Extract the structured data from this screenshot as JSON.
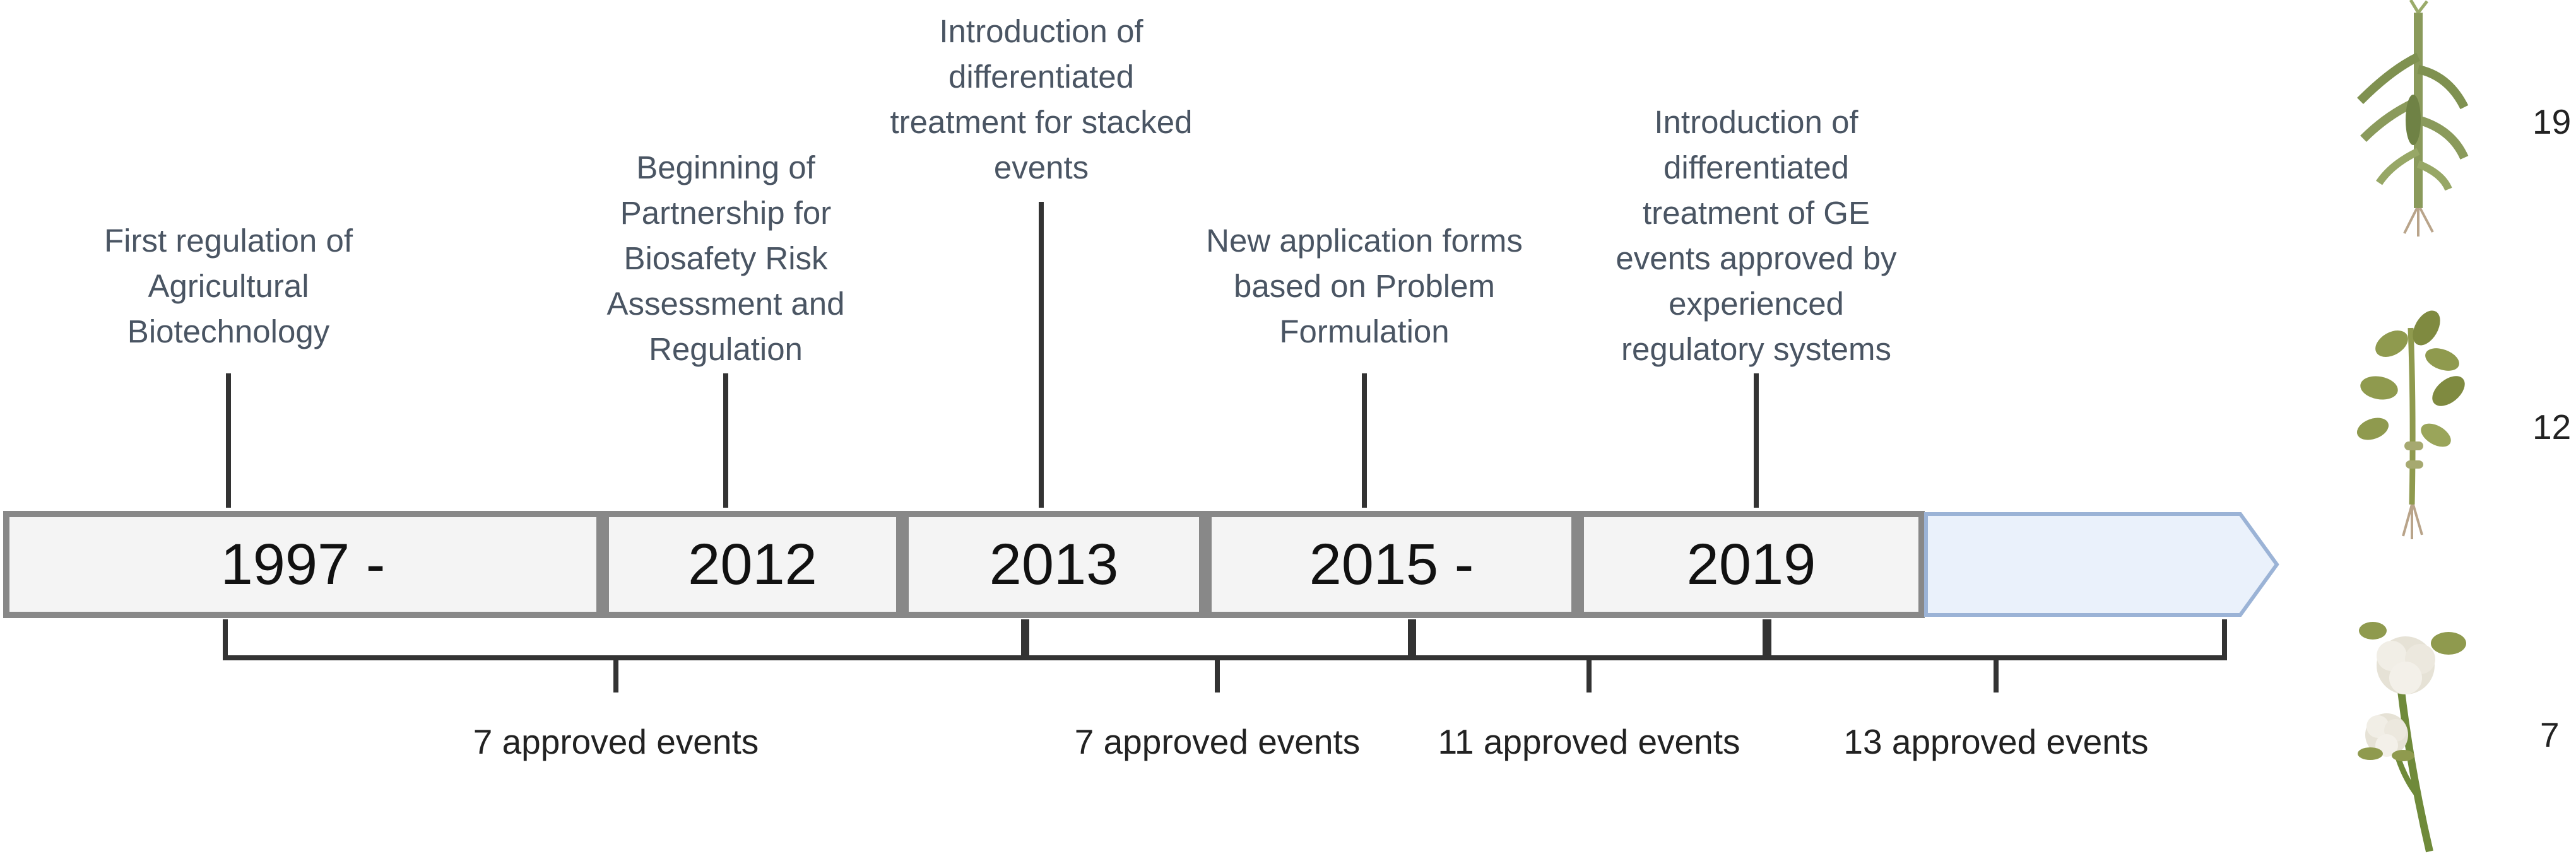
{
  "milestones": [
    {
      "text": "First regulation of\nAgricultural\nBiotechnology"
    },
    {
      "text": "Beginning of\nPartnership for\nBiosafety Risk\nAssessment and\nRegulation"
    },
    {
      "text": "Introduction of\ndifferentiated\ntreatment for stacked\nevents"
    },
    {
      "text": "New application forms\nbased on Problem\nFormulation"
    },
    {
      "text": "Introduction of\ndifferentiated\ntreatment of GE\nevents approved by\nexperienced\nregulatory systems"
    }
  ],
  "periods": [
    {
      "label": "1997 -"
    },
    {
      "label": "2012"
    },
    {
      "label": "2013"
    },
    {
      "label": "2015 -"
    },
    {
      "label": "2019"
    }
  ],
  "ranges": [
    {
      "label": "7 approved events"
    },
    {
      "label": "7 approved events"
    },
    {
      "label": "11 approved events"
    },
    {
      "label": "13 approved events"
    }
  ],
  "crops": [
    {
      "icon": "maize-plant-icon",
      "count": "19"
    },
    {
      "icon": "soybean-plant-icon",
      "count": "12"
    },
    {
      "icon": "cotton-plant-icon",
      "count": "7"
    }
  ],
  "colors": {
    "box_fill": "#f4f4f4",
    "box_border": "#888888",
    "arrow_fill": "#eaf1fb",
    "arrow_border": "#9bb3d6",
    "connector": "#333333",
    "milestone_text": "#4a5563",
    "maize": "#8a9a5b",
    "soybean": "#8f9a4e",
    "cotton": "#6f8a3a"
  }
}
